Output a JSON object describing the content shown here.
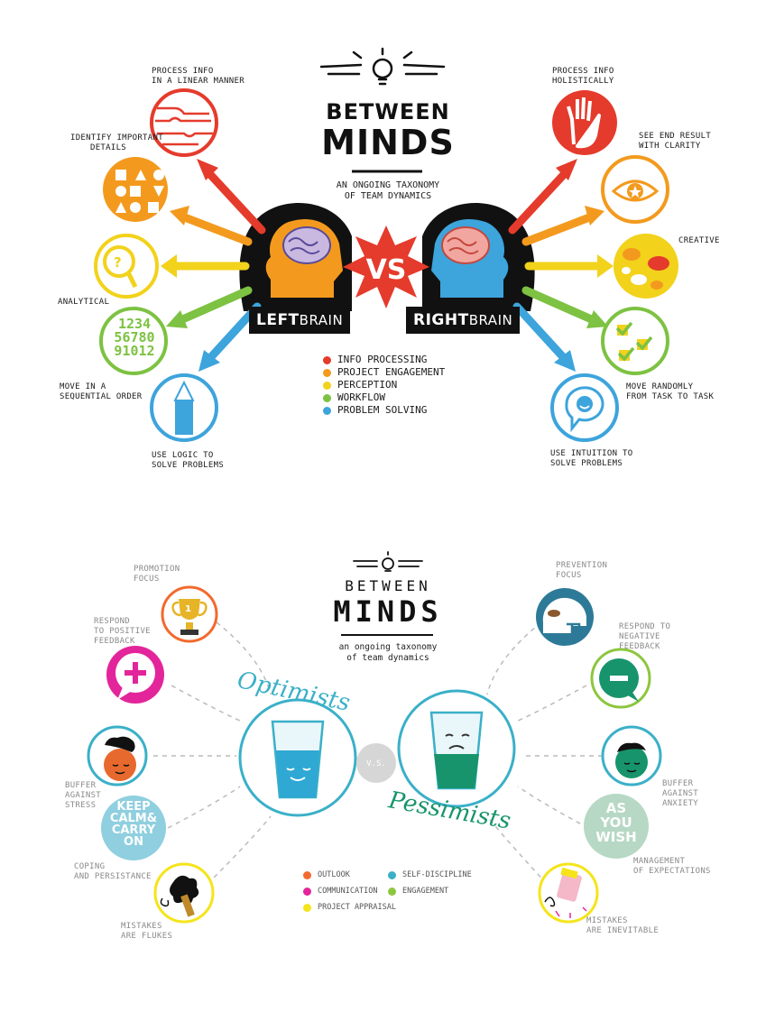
{
  "top": {
    "title_line1": "BETWEEN",
    "title_line2": "MINDS",
    "subtitle_line1": "AN ONGOING TAXONOMY",
    "subtitle_line2": "OF TEAM DYNAMICS",
    "left_tag_bold": "LEFT",
    "left_tag_rest": "BRAIN",
    "right_tag_bold": "RIGHT",
    "right_tag_rest": "BRAIN",
    "vs": "VS",
    "numbers": [
      "1234",
      "56780",
      "91012"
    ],
    "left_labels": [
      {
        "l1": "PROCESS INFO",
        "l2": "IN A LINEAR MANNER"
      },
      {
        "l1": "IDENTIFY IMPORTANT",
        "l2": "DETAILS"
      },
      {
        "l1": "ANALYTICAL",
        "l2": ""
      },
      {
        "l1": "MOVE IN A",
        "l2": "SEQUENTIAL ORDER"
      },
      {
        "l1": "USE LOGIC TO",
        "l2": "SOLVE PROBLEMS"
      }
    ],
    "right_labels": [
      {
        "l1": "PROCESS INFO",
        "l2": "HOLISTICALLY"
      },
      {
        "l1": "SEE END RESULT",
        "l2": "WITH CLARITY"
      },
      {
        "l1": "CREATIVE",
        "l2": ""
      },
      {
        "l1": "MOVE RANDOMLY",
        "l2": "FROM TASK TO TASK"
      },
      {
        "l1": "USE INTUITION TO",
        "l2": "SOLVE PROBLEMS"
      }
    ],
    "legend": [
      {
        "label": "INFO PROCESSING",
        "color": "#e53b2c"
      },
      {
        "label": "PROJECT ENGAGEMENT",
        "color": "#f39a1e"
      },
      {
        "label": "PERCEPTION",
        "color": "#f2d21b"
      },
      {
        "label": "WORKFLOW",
        "color": "#7dc242"
      },
      {
        "label": "PROBLEM SOLVING",
        "color": "#3da4dc"
      }
    ]
  },
  "bottom": {
    "title_line1": "BETWEEN",
    "title_line2": "MINDS",
    "subtitle_line1": "an ongoing taxonomy",
    "subtitle_line2": "of team dynamics",
    "optimists": "Optimists",
    "pessimists": "Pessimists",
    "vs": "V.S.",
    "keep_calm": [
      "KEEP",
      "CALM&",
      "CARRY",
      "ON"
    ],
    "as_you_wish": [
      "AS",
      "YOU",
      "WISH"
    ],
    "left_labels": [
      {
        "l1": "PROMOTION",
        "l2": "FOCUS",
        "l3": ""
      },
      {
        "l1": "RESPOND",
        "l2": "TO POSITIVE",
        "l3": "FEEDBACK"
      },
      {
        "l1": "BUFFER",
        "l2": "AGAINST",
        "l3": "STRESS"
      },
      {
        "l1": "COPING",
        "l2": "AND PERSISTANCE",
        "l3": ""
      },
      {
        "l1": "MISTAKES",
        "l2": "ARE FLUKES",
        "l3": ""
      }
    ],
    "right_labels": [
      {
        "l1": "PREVENTION",
        "l2": "FOCUS",
        "l3": ""
      },
      {
        "l1": "RESPOND TO",
        "l2": "NEGATIVE",
        "l3": "FEEDBACK"
      },
      {
        "l1": "BUFFER",
        "l2": "AGAINST",
        "l3": "ANXIETY"
      },
      {
        "l1": "MANAGEMENT",
        "l2": "OF EXPECTATIONS",
        "l3": ""
      },
      {
        "l1": "MISTAKES",
        "l2": "ARE INEVITABLE",
        "l3": ""
      }
    ],
    "legend_left": [
      {
        "label": "OUTLOOK",
        "color": "#f26a2e"
      },
      {
        "label": "COMMUNICATION",
        "color": "#e3259b"
      },
      {
        "label": "PROJECT APPRAISAL",
        "color": "#f5e41a"
      }
    ],
    "legend_right": [
      {
        "label": "SELF-DISCIPLINE",
        "color": "#3ab0c8"
      },
      {
        "label": "ENGAGEMENT",
        "color": "#8dc63f"
      }
    ]
  }
}
